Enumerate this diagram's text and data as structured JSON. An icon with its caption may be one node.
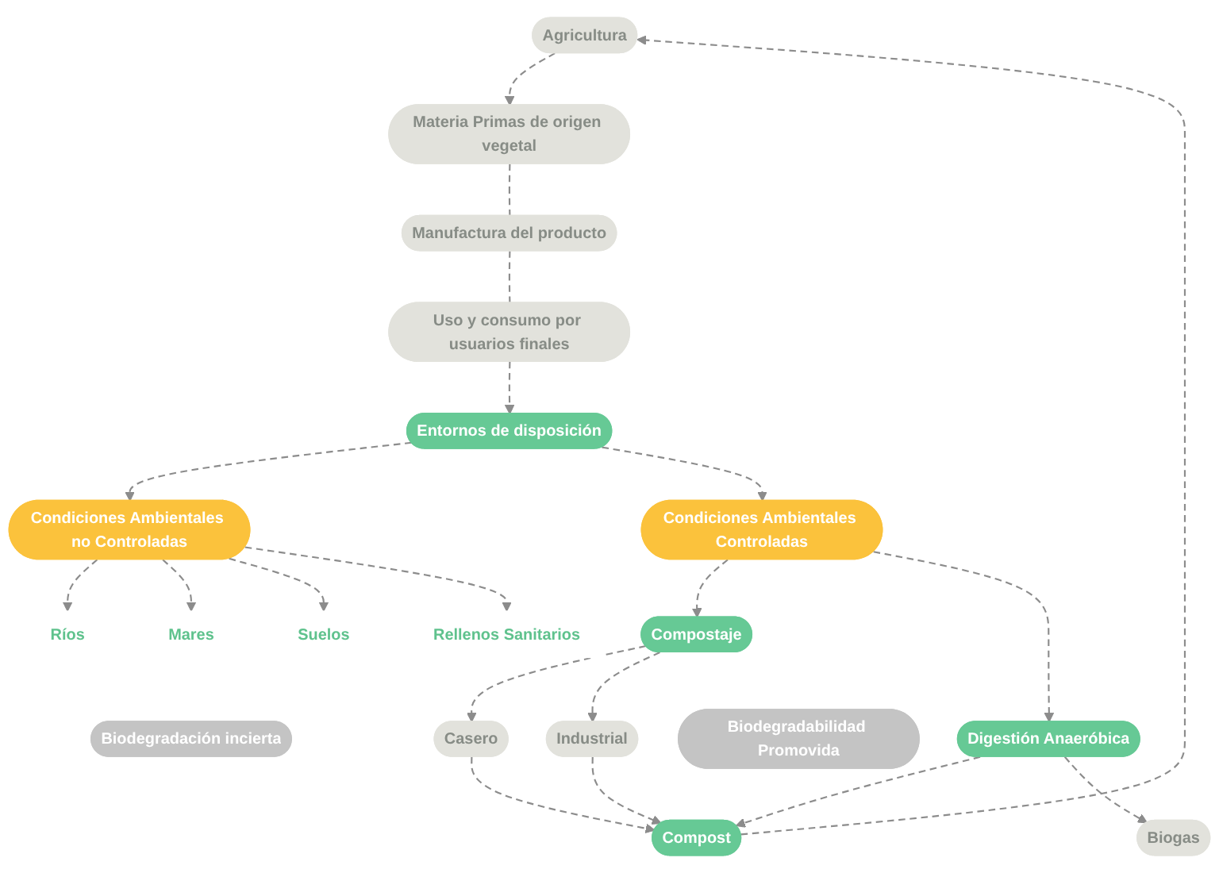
{
  "diagram": {
    "nodes": [
      {
        "text": [
          "Compost"
        ]
      },
      {
        "text": [
          "Agricultura"
        ]
      },
      {
        "text": [
          "Materia Primas de origen vegetal"
        ]
      },
      {
        "text": [
          "Manufactura del producto"
        ]
      },
      {
        "text": [
          "Uso y consumo por usuarios finales"
        ]
      },
      {
        "text": [
          "Entornos de disposición"
        ]
      },
      {
        "text": [
          "Biogas"
        ]
      },
      {
        "text": [
          "Digestión Anaeróbica"
        ]
      },
      {
        "text": [
          "Casero"
        ]
      },
      {
        "text": [
          "Industrial"
        ]
      },
      {
        "text": [
          "Compostaje"
        ]
      },
      {
        "text": [
          "Condiciones Ambientales Controladas"
        ]
      },
      {
        "text": [
          "Condiciones Ambientales no Controladas"
        ]
      },
      {
        "text": [
          "Ríos"
        ]
      },
      {
        "text": [
          "Mares"
        ]
      },
      {
        "text": [
          "Suelos"
        ]
      },
      {
        "text": [
          "Rellenos Sanitarios"
        ]
      },
      {
        "text": [
          "Biodegradabilidad Promovida"
        ]
      },
      {
        "text": [
          "Biodegradación incierta"
        ]
      }
    ],
    "edges": [
      {
        "from": 0,
        "to": 1,
        "arrow": "to",
        "style": "dashed"
      },
      {
        "from": 1,
        "to": 2,
        "arrow": "to",
        "style": "dashed"
      },
      {
        "from": 2,
        "to": 3,
        "arrow": "none",
        "style": "dashed"
      },
      {
        "from": 3,
        "to": 4,
        "arrow": "none",
        "style": "dashed"
      },
      {
        "from": 4,
        "to": 5,
        "arrow": "to",
        "style": "dashed"
      },
      {
        "from": 5,
        "to": 12,
        "arrow": "to",
        "style": "dashed"
      },
      {
        "from": 5,
        "to": 11,
        "arrow": "to",
        "style": "dashed"
      },
      {
        "from": 12,
        "to": 13,
        "arrow": "to",
        "style": "dashed"
      },
      {
        "from": 12,
        "to": 14,
        "arrow": "to",
        "style": "dashed"
      },
      {
        "from": 12,
        "to": 15,
        "arrow": "to",
        "style": "dashed"
      },
      {
        "from": 12,
        "to": 16,
        "arrow": "to",
        "style": "dashed"
      },
      {
        "from": 11,
        "to": 10,
        "arrow": "to",
        "style": "dashed"
      },
      {
        "from": 11,
        "to": 7,
        "arrow": "to",
        "style": "dashed"
      },
      {
        "from": 10,
        "to": 8,
        "arrow": "to",
        "style": "dashed"
      },
      {
        "from": 10,
        "to": 9,
        "arrow": "to",
        "style": "dashed"
      },
      {
        "from": 8,
        "to": 0,
        "arrow": "to",
        "style": "dashed"
      },
      {
        "from": 9,
        "to": 0,
        "arrow": "to",
        "style": "dashed"
      },
      {
        "from": 7,
        "to": 0,
        "arrow": "to",
        "style": "dashed"
      },
      {
        "from": 7,
        "to": 6,
        "arrow": "to",
        "style": "dashed"
      }
    ]
  }
}
